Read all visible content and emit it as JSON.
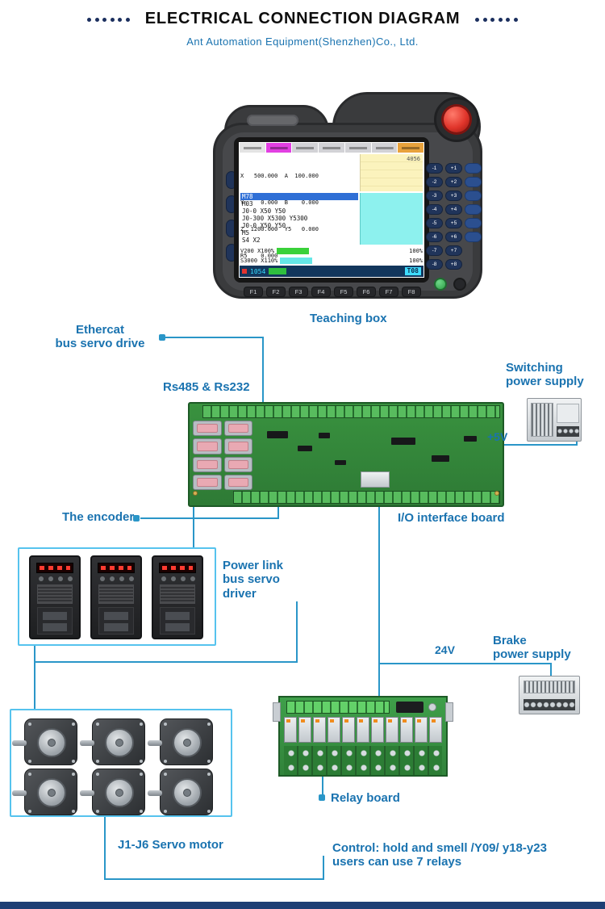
{
  "header": {
    "title": "ELECTRICAL CONNECTION DIAGRAM",
    "subtitle": "Ant Automation Equipment(Shenzhen)Co., Ltd."
  },
  "pendant": {
    "caption": "Teaching box",
    "fkeys": [
      "F1",
      "F2",
      "F3",
      "F4",
      "F5",
      "F6",
      "F7",
      "F8"
    ],
    "keypad": [
      [
        "-1",
        "+1"
      ],
      [
        "-2",
        "+2"
      ],
      [
        "-3",
        "+3"
      ],
      [
        "-4",
        "+4"
      ],
      [
        "-5",
        "+5"
      ],
      [
        "-6",
        "+6"
      ],
      [
        "-7",
        "+7"
      ],
      [
        "-8",
        "+8"
      ]
    ],
    "screen": {
      "coord_lines": [
        "X   500.000  A  100.000",
        "Y     0.000  B    0.000",
        "Z  1200.000  Y5   0.000",
        "R5    0.000"
      ],
      "param_value": "4056",
      "program_lines": [
        "M78",
        "M03",
        "J0-0 X50 Y50",
        "J0-300 X5300 Y5300",
        "J0-0 X50 Y50",
        "M5",
        "S4 X2"
      ],
      "status_row1_left": "V200  X100%",
      "status_row1_right": "100%",
      "status_row2_left": "S3000  X110%",
      "status_row2_right": "100%",
      "bottom_left": "1054",
      "bottom_right": "T08"
    }
  },
  "labels": {
    "ethercat": "Ethercat\nbus servo drive",
    "rs485": "Rs485 & Rs232",
    "switching_psu": "Switching\npower supply",
    "plus_5v": "+5V",
    "encoder": "The encoder",
    "io_board": "I/O interface board",
    "power_link": "Power link\nbus servo\ndriver",
    "v24": "24V",
    "brake_psu": "Brake\npower supply",
    "relay_board": "Relay board",
    "servo_motor": "J1-J6 Servo motor",
    "control_note": "Control: hold and smell /Y09/ y18-y23\nusers can use 7 relays"
  },
  "colors": {
    "label_blue": "#1a73b0",
    "line_teal": "#2a96c8",
    "box_outline_blue": "#56c3ee",
    "footer_navy": "#1d3e74",
    "pcb_green": "#37913f",
    "estop_red": "#d32f2f"
  }
}
